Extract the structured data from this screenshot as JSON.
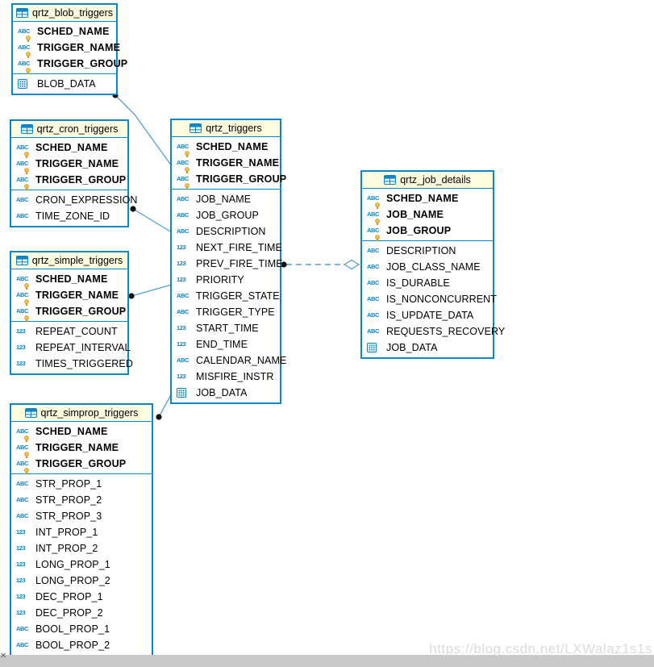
{
  "watermark": "https://blog.csdn.net/LXWalaz1s1s",
  "colors": {
    "accent": "#0886c6",
    "entity_header_bg": "#fffbdf",
    "entity_bg": "#ffffff",
    "line": "#4f9fd4",
    "connector_dot": "#111111",
    "watermark": "#dbdbdb",
    "bottom_bar": "#c9c9c9"
  },
  "icons": {
    "table": "table-grid-icon",
    "string": "text-type-icon",
    "number": "numeric-type-icon",
    "blob": "binary-type-icon",
    "key": "primary-key-icon"
  },
  "diagram": {
    "tables": [
      {
        "id": "qrtz_blob_triggers",
        "title": "qrtz_blob_triggers",
        "pk_columns": [
          {
            "label": "SCHED_NAME",
            "type": "string"
          },
          {
            "label": "TRIGGER_NAME",
            "type": "string"
          },
          {
            "label": "TRIGGER_GROUP",
            "type": "string"
          }
        ],
        "columns": [
          {
            "label": "BLOB_DATA",
            "type": "blob"
          }
        ]
      },
      {
        "id": "qrtz_cron_triggers",
        "title": "qrtz_cron_triggers",
        "pk_columns": [
          {
            "label": "SCHED_NAME",
            "type": "string"
          },
          {
            "label": "TRIGGER_NAME",
            "type": "string"
          },
          {
            "label": "TRIGGER_GROUP",
            "type": "string"
          }
        ],
        "columns": [
          {
            "label": "CRON_EXPRESSION",
            "type": "string"
          },
          {
            "label": "TIME_ZONE_ID",
            "type": "string"
          }
        ]
      },
      {
        "id": "qrtz_simple_triggers",
        "title": "qrtz_simple_triggers",
        "pk_columns": [
          {
            "label": "SCHED_NAME",
            "type": "string"
          },
          {
            "label": "TRIGGER_NAME",
            "type": "string"
          },
          {
            "label": "TRIGGER_GROUP",
            "type": "string"
          }
        ],
        "columns": [
          {
            "label": "REPEAT_COUNT",
            "type": "number"
          },
          {
            "label": "REPEAT_INTERVAL",
            "type": "number"
          },
          {
            "label": "TIMES_TRIGGERED",
            "type": "number"
          }
        ]
      },
      {
        "id": "qrtz_triggers",
        "title": "qrtz_triggers",
        "pk_columns": [
          {
            "label": "SCHED_NAME",
            "type": "string"
          },
          {
            "label": "TRIGGER_NAME",
            "type": "string"
          },
          {
            "label": "TRIGGER_GROUP",
            "type": "string"
          }
        ],
        "columns": [
          {
            "label": "JOB_NAME",
            "type": "string"
          },
          {
            "label": "JOB_GROUP",
            "type": "string"
          },
          {
            "label": "DESCRIPTION",
            "type": "string"
          },
          {
            "label": "NEXT_FIRE_TIME",
            "type": "number"
          },
          {
            "label": "PREV_FIRE_TIME",
            "type": "number"
          },
          {
            "label": "PRIORITY",
            "type": "number"
          },
          {
            "label": "TRIGGER_STATE",
            "type": "string"
          },
          {
            "label": "TRIGGER_TYPE",
            "type": "string"
          },
          {
            "label": "START_TIME",
            "type": "number"
          },
          {
            "label": "END_TIME",
            "type": "number"
          },
          {
            "label": "CALENDAR_NAME",
            "type": "string"
          },
          {
            "label": "MISFIRE_INSTR",
            "type": "number"
          },
          {
            "label": "JOB_DATA",
            "type": "blob"
          }
        ]
      },
      {
        "id": "qrtz_job_details",
        "title": "qrtz_job_details",
        "pk_columns": [
          {
            "label": "SCHED_NAME",
            "type": "string"
          },
          {
            "label": "JOB_NAME",
            "type": "string"
          },
          {
            "label": "JOB_GROUP",
            "type": "string"
          }
        ],
        "columns": [
          {
            "label": "DESCRIPTION",
            "type": "string"
          },
          {
            "label": "JOB_CLASS_NAME",
            "type": "string"
          },
          {
            "label": "IS_DURABLE",
            "type": "string"
          },
          {
            "label": "IS_NONCONCURRENT",
            "type": "string"
          },
          {
            "label": "IS_UPDATE_DATA",
            "type": "string"
          },
          {
            "label": "REQUESTS_RECOVERY",
            "type": "string"
          },
          {
            "label": "JOB_DATA",
            "type": "blob"
          }
        ]
      },
      {
        "id": "qrtz_simprop_triggers",
        "title": "qrtz_simprop_triggers",
        "pk_columns": [
          {
            "label": "SCHED_NAME",
            "type": "string"
          },
          {
            "label": "TRIGGER_NAME",
            "type": "string"
          },
          {
            "label": "TRIGGER_GROUP",
            "type": "string"
          }
        ],
        "columns": [
          {
            "label": "STR_PROP_1",
            "type": "string"
          },
          {
            "label": "STR_PROP_2",
            "type": "string"
          },
          {
            "label": "STR_PROP_3",
            "type": "string"
          },
          {
            "label": "INT_PROP_1",
            "type": "number"
          },
          {
            "label": "INT_PROP_2",
            "type": "number"
          },
          {
            "label": "LONG_PROP_1",
            "type": "number"
          },
          {
            "label": "LONG_PROP_2",
            "type": "number"
          },
          {
            "label": "DEC_PROP_1",
            "type": "number"
          },
          {
            "label": "DEC_PROP_2",
            "type": "number"
          },
          {
            "label": "BOOL_PROP_1",
            "type": "string"
          },
          {
            "label": "BOOL_PROP_2",
            "type": "string"
          }
        ]
      }
    ]
  }
}
